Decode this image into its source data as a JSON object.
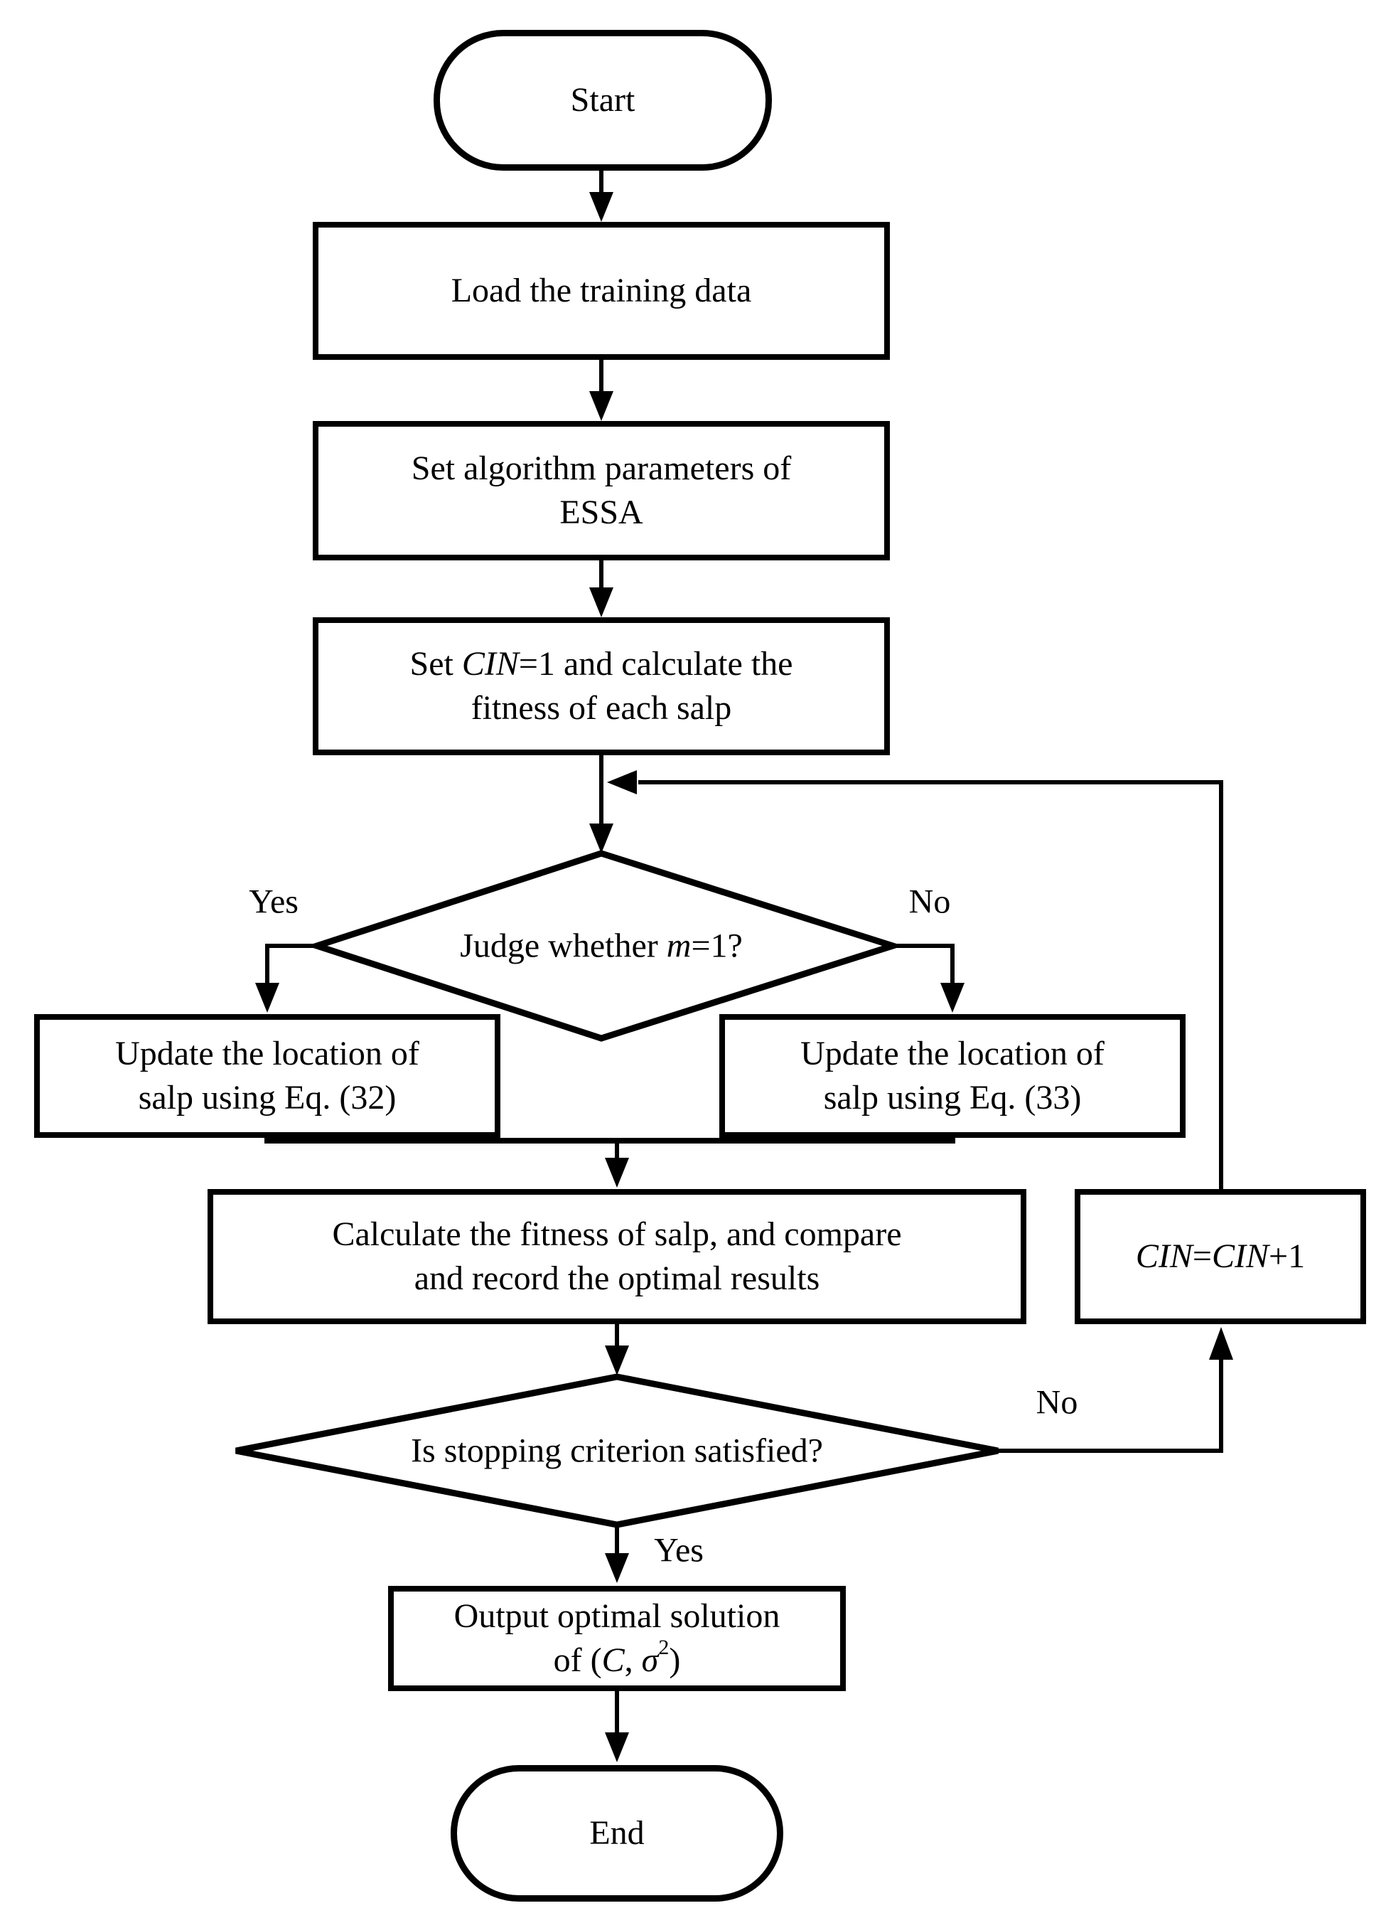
{
  "diagram": {
    "type": "flowchart",
    "colors": {
      "stroke": "#000000",
      "background": "#ffffff",
      "node_fill": "#ffffff"
    },
    "nodes": {
      "start": {
        "shape": "terminator",
        "label": "Start"
      },
      "load_data": {
        "shape": "process",
        "label": "Load the training data"
      },
      "set_params": {
        "shape": "process",
        "line1": "Set algorithm parameters of",
        "line2": "ESSA"
      },
      "init_cin": {
        "shape": "process",
        "line1_pre": "Set ",
        "line1_var": "CIN",
        "line1_post": "=1 and calculate the",
        "line2": "fitness of each salp"
      },
      "judge_m": {
        "shape": "decision",
        "text_pre": "Judge whether ",
        "text_var": "m",
        "text_post": "=1?"
      },
      "update_eq32": {
        "shape": "process",
        "line1": "Update the location of",
        "line2": "salp using Eq. (32)"
      },
      "update_eq33": {
        "shape": "process",
        "line1": "Update the location of",
        "line2": "salp using Eq. (33)"
      },
      "calc_fitness": {
        "shape": "process",
        "line1": "Calculate the fitness of salp, and compare",
        "line2": "and record the optimal results"
      },
      "increment_cin": {
        "shape": "process",
        "var1": "CIN",
        "equals": "=",
        "var2": "CIN",
        "post": "+1"
      },
      "stop_check": {
        "shape": "decision",
        "label": "Is stopping criterion satisfied?"
      },
      "output": {
        "shape": "process",
        "line1": "Output optimal solution",
        "line2_pre": "of (",
        "line2_var1": "C",
        "line2_sep": ", ",
        "line2_var2": "σ",
        "line2_sup": "2",
        "line2_post": ")"
      },
      "end": {
        "shape": "terminator",
        "label": "End"
      }
    },
    "edge_labels": {
      "judge_yes": "Yes",
      "judge_no": "No",
      "stop_no": "No",
      "stop_yes": "Yes"
    }
  }
}
